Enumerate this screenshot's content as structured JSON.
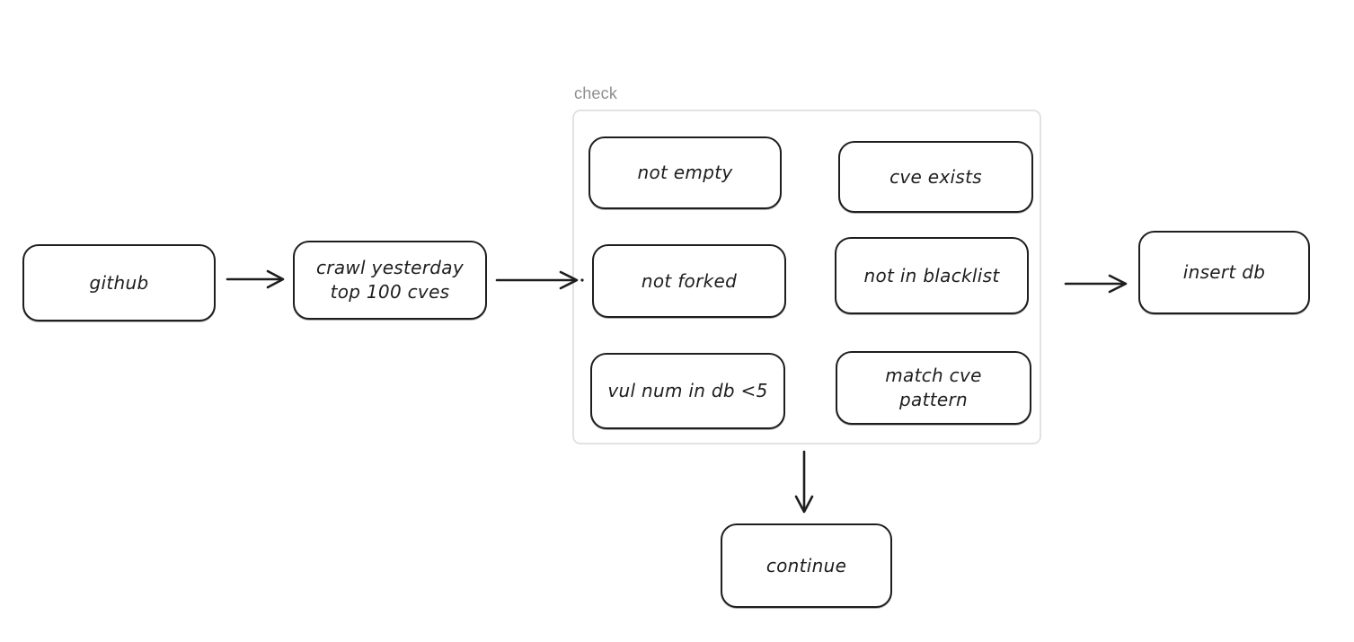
{
  "diagram": {
    "background_color": "#ffffff",
    "stroke_color": "#1e1e1e",
    "frame": {
      "label": "check",
      "border_color": "#e2e2e2",
      "label_color": "#8e8e8e"
    },
    "nodes": [
      {
        "id": "github",
        "label": "github"
      },
      {
        "id": "crawl",
        "label": "crawl yesterday\ntop 100 cves"
      },
      {
        "id": "not-empty",
        "label": "not empty"
      },
      {
        "id": "cve-exists",
        "label": "cve exists"
      },
      {
        "id": "not-forked",
        "label": "not forked"
      },
      {
        "id": "not-in-blacklist",
        "label": "not in blacklist"
      },
      {
        "id": "vul-num-in-db",
        "label": "vul num in db <5"
      },
      {
        "id": "match-cve-pattern",
        "label": "match cve\npattern"
      },
      {
        "id": "insert-db",
        "label": "insert db"
      },
      {
        "id": "continue",
        "label": "continue"
      }
    ],
    "edges": [
      {
        "from": "github",
        "to": "crawl"
      },
      {
        "from": "crawl",
        "to": "check"
      },
      {
        "from": "check",
        "to": "insert-db"
      },
      {
        "from": "check",
        "to": "continue"
      }
    ]
  }
}
